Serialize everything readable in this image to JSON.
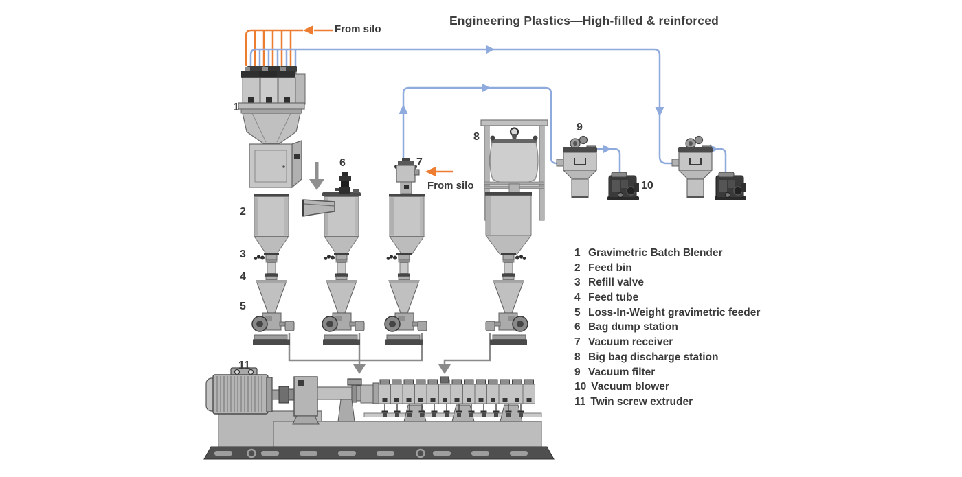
{
  "title": "Engineering Plastics—High-filled & reinforced",
  "annotations": {
    "from_silo_top": "From silo",
    "from_silo_mid": "From silo"
  },
  "callouts": {
    "c1": "1",
    "c2": "2",
    "c3": "3",
    "c4": "4",
    "c5": "5",
    "c6": "6",
    "c7": "7",
    "c8": "8",
    "c9": "9",
    "c10": "10",
    "c11": "11"
  },
  "legend": {
    "items": [
      {
        "num": "1",
        "name": "Gravimetric Batch Blender"
      },
      {
        "num": "2",
        "name": "Feed bin"
      },
      {
        "num": "3",
        "name": "Refill valve"
      },
      {
        "num": "4",
        "name": "Feed tube"
      },
      {
        "num": "5",
        "name": "Loss-In-Weight gravimetric feeder"
      },
      {
        "num": "6",
        "name": "Bag dump station"
      },
      {
        "num": "7",
        "name": "Vacuum receiver"
      },
      {
        "num": "8",
        "name": "Big bag discharge station"
      },
      {
        "num": "9",
        "name": "Vacuum filter"
      },
      {
        "num": "10",
        "name": "Vacuum blower"
      },
      {
        "num": "11",
        "name": "Twin screw extruder"
      }
    ]
  },
  "colors": {
    "silo_line_orange": "#ED7D31",
    "vacuum_line_blue": "#8FAADC",
    "feed_line_gray": "#8A8A8A",
    "machine_gray": "#C0C0C0",
    "text_dark": "#3A3A3A"
  }
}
